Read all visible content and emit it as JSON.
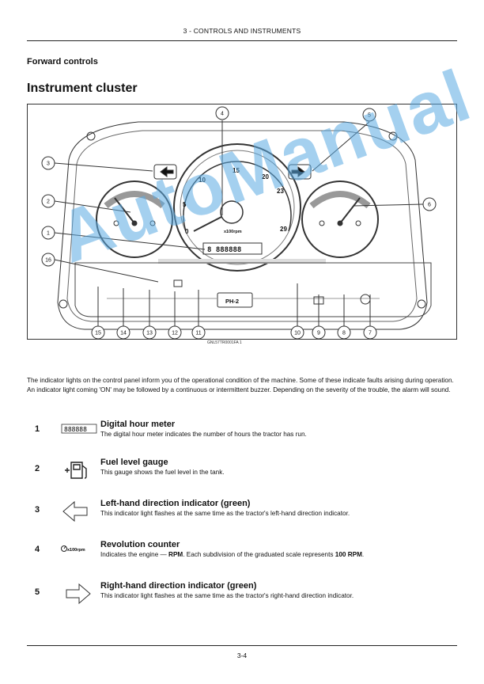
{
  "header": {
    "title": "3 - CONTROLS AND INSTRUMENTS"
  },
  "section": {
    "title": "Forward controls"
  },
  "heading": {
    "title": "Instrument cluster"
  },
  "figure": {
    "figure_id": "GNL57TR0001FA   1",
    "tach_ticks": [
      "0",
      "5",
      "10",
      "15",
      "20",
      "23",
      "29"
    ],
    "tach_unit": "x100rpm",
    "ph_label": "PH-2",
    "callouts": [
      "1",
      "2",
      "3",
      "4",
      "5",
      "6",
      "7",
      "8",
      "9",
      "10",
      "11",
      "12",
      "13",
      "14",
      "15",
      "16"
    ]
  },
  "intro": "The indicator lights on the control panel inform you of the operational condition of the machine. Some of these indicate faults arising during operation. An indicator light coming 'ON' may be followed by a continuous or intermittent buzzer. Depending on the severity of the trouble, the alarm will sound.",
  "items": [
    {
      "num": "1",
      "icon": "digital-hour-meter-icon",
      "icon_text": "888888",
      "title": "Digital hour meter",
      "desc": "The digital hour meter indicates the number of hours the tractor has run."
    },
    {
      "num": "2",
      "icon": "fuel-pump-icon",
      "title": "Fuel level gauge",
      "desc": "This gauge shows the fuel level in the tank."
    },
    {
      "num": "3",
      "icon": "left-arrow-icon",
      "title": "Left-hand direction indicator (green)",
      "desc": "This indicator light flashes at the same time as the tractor's left-hand direction indicator."
    },
    {
      "num": "4",
      "icon": "revolution-counter-icon",
      "icon_text": "x100rpm",
      "title": "Revolution counter",
      "desc_pre": "Indicates the engine — ",
      "desc_b1": "RPM",
      "desc_mid": ". Each subdivision of the graduated scale represents ",
      "desc_b2": "100 RPM",
      "desc_post": "."
    },
    {
      "num": "5",
      "icon": "right-arrow-icon",
      "title": "Right-hand direction indicator (green)",
      "desc": "This indicator light flashes at the same time as the tractor's right-hand direction indicator."
    }
  ],
  "watermark": "AutoManual",
  "page_number": "3-4"
}
